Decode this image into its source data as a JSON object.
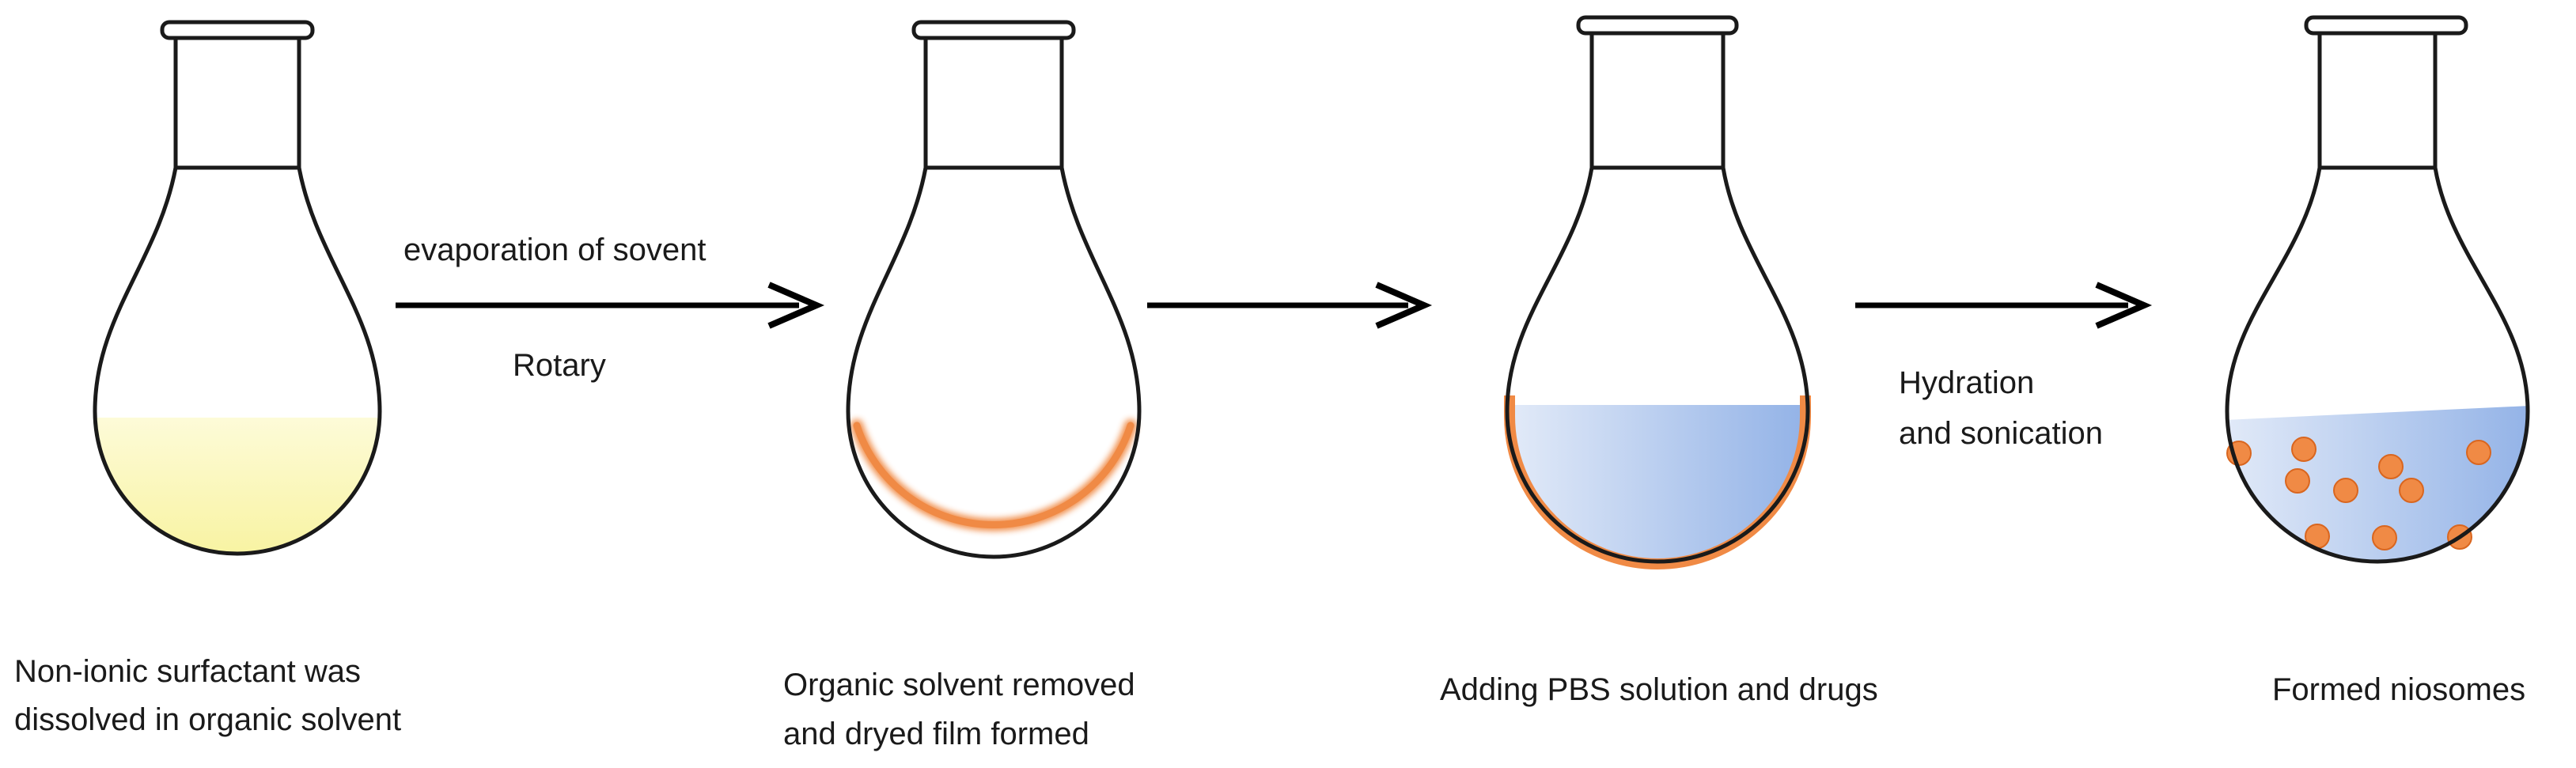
{
  "steps": [
    {
      "caption_line1": "Non-ionic surfactant was",
      "caption_line2": "dissolved in organic solvent",
      "contents": "yellow-solution"
    },
    {
      "caption_line1": "Organic solvent removed",
      "caption_line2": "and dryed film formed",
      "contents": "orange-film"
    },
    {
      "caption_line1": "Adding PBS solution and drugs",
      "caption_line2": "",
      "contents": "blue-solution-with-film"
    },
    {
      "caption_line1": "Formed niosomes",
      "caption_line2": "",
      "contents": "blue-solution-with-niosomes"
    }
  ],
  "arrows": [
    {
      "label_top": "evaporation of sovent",
      "label_bottom": "Rotary"
    },
    {
      "label_top": "",
      "label_bottom": ""
    },
    {
      "label_top": "Hydration",
      "label_bottom": "and sonication"
    }
  ],
  "colors": {
    "outline": "#1a1a1a",
    "yellow_solution": "#fbf6a8",
    "film": "#f08a45",
    "pbs_solution": "#9fb9e6",
    "niosome": "#f08a45"
  }
}
